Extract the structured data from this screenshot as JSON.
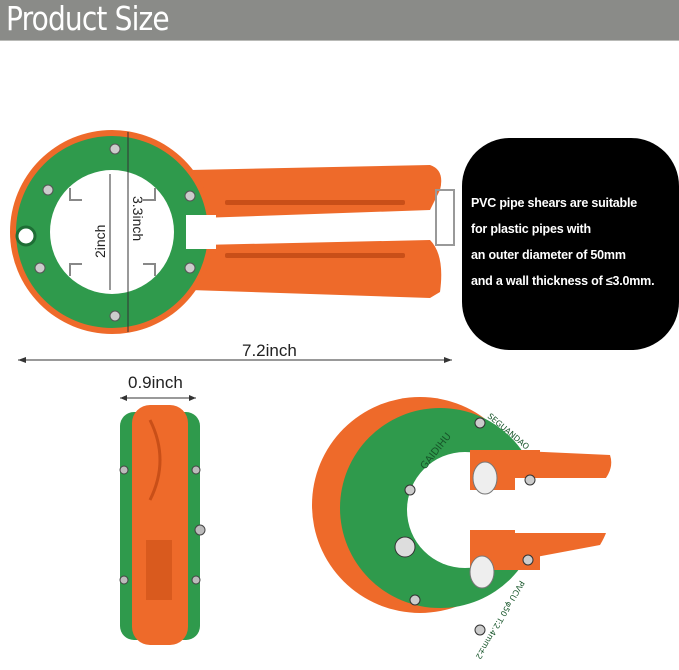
{
  "header": {
    "title": "Product Size"
  },
  "note": {
    "lines": [
      "PVC pipe shears are suitable",
      "for plastic pipes with",
      "an outer diameter of 50mm",
      "and a wall thickness of ≤3.0mm."
    ]
  },
  "dimensions": {
    "length": "7.2inch",
    "inner": "2inch",
    "outer": "3.3inch",
    "thickness": "0.9inch"
  },
  "product_markings": {
    "brand": "GAIDIHU",
    "model": "SEGUANDAO",
    "spec": "PVCU φ50 T:2.4mm±2"
  },
  "colors": {
    "header": "#8a8b88",
    "handle": "#ee6a2a",
    "ring": "#2f9a4c",
    "note_bg": "#000000"
  }
}
